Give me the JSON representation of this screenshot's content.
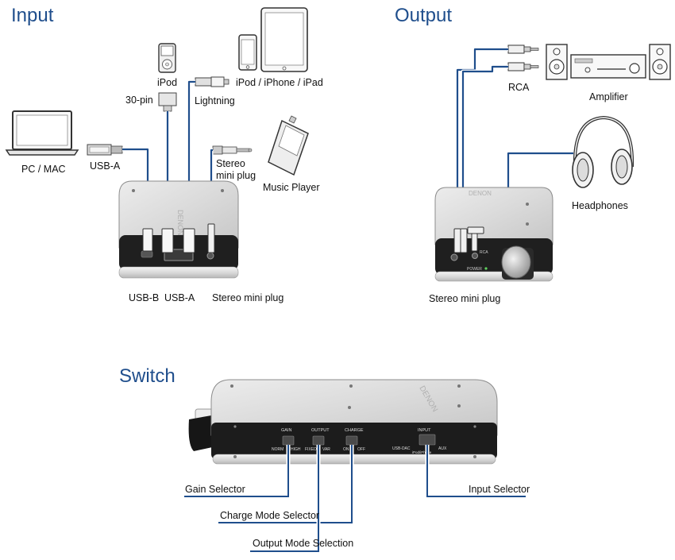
{
  "sections": {
    "input": "Input",
    "output": "Output",
    "switch": "Switch"
  },
  "input": {
    "pc_mac": "PC / MAC",
    "usb_a_cable": "USB-A",
    "ipod": "iPod",
    "iphone_ipad": "iPod / iPhone / iPad",
    "pin30": "30-pin",
    "lightning": "Lightning",
    "stereo_mini_plug_cable": "Stereo\nmini plug",
    "music_player": "Music Player",
    "port_usb_b": "USB-B",
    "port_usb_a": "USB-A",
    "port_stereo": "Stereo mini plug"
  },
  "output": {
    "rca": "RCA",
    "amplifier": "Amplifier",
    "headphones": "Headphones",
    "stereo_mini_plug": "Stereo mini plug"
  },
  "switch": {
    "gain_selector": "Gain Selector",
    "charge_mode_selector": "Charge Mode Selector",
    "output_mode_selection": "Output Mode  Selection",
    "input_selector": "Input Selector",
    "panel": {
      "gain": "GAIN",
      "output": "OUTPUT",
      "charge": "CHARGE",
      "input": "INPUT",
      "norm": "NORM",
      "high": "HIGH",
      "fixed": "FIXED",
      "var": "VAR",
      "on": "ON",
      "off": "OFF",
      "usb_dac": "USB-DAC",
      "ipod_iphone": "iPod/iPhone",
      "aux": "AUX"
    }
  },
  "device": {
    "brand": "DENON",
    "power": "POWER",
    "rca_mark": "RCA"
  },
  "colors": {
    "title_blue": "#1f4e8c",
    "cable_blue": "#1f4e8c",
    "line_dark": "#222222"
  }
}
